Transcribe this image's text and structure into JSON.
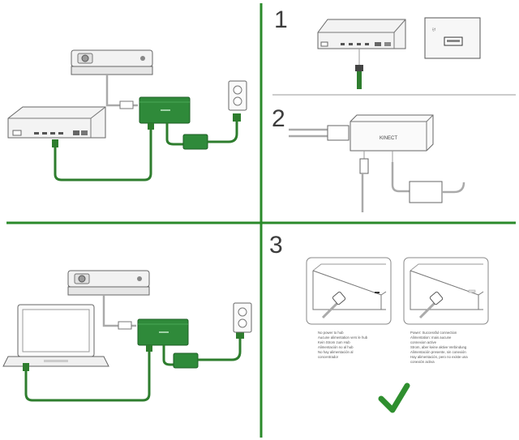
{
  "steps": [
    {
      "number": "1"
    },
    {
      "number": "2"
    },
    {
      "number": "3"
    }
  ],
  "labels": {
    "kinect": "KINECT",
    "port_sticker": "ﾓｸ"
  },
  "notes": {
    "no_power": [
      "No power to hub",
      "Aucune alimentation vers le hub",
      "Kein Strom zum Hub",
      "Alimentación no al hub",
      "No hay alimentación al",
      "concentrador"
    ],
    "power": [
      "Power: Successful connection",
      "Alimentation: mais aucune",
      "connexion active",
      "Strom, aber keine aktive Verbindung",
      "Alimentación presente, sin conexión",
      "Hay alimentación, pero no existe una",
      "conexión activa"
    ]
  },
  "colors": {
    "grid_line": "#2a8a2a",
    "cable_green": "#2e7d2e",
    "adapter_green": "#2f8a3a",
    "check": "#2f8f2f"
  },
  "icons": [
    "outlet-icon",
    "checkmark-icon"
  ]
}
